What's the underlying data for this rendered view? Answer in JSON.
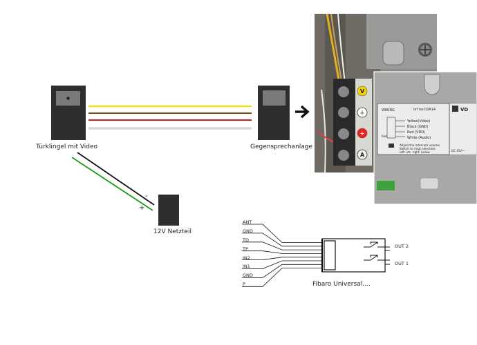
{
  "devices": {
    "doorbell_label": "Türklingel mit Video",
    "intercom_label": "Gegensprechanlage",
    "psu_label": "12V Netzteil",
    "psu_minus": "-",
    "psu_plus": "+",
    "fibaro_label": "Fibaro Universal...."
  },
  "fibaro": {
    "inputs": [
      "ANT",
      "GND",
      "TD",
      "TP",
      "IN2",
      "IN1",
      "GND",
      "P"
    ],
    "outputs": [
      "OUT 2",
      "OUT 1"
    ]
  },
  "photo": {
    "terminal_letters": [
      "V",
      "⏚",
      "+",
      "A"
    ],
    "sticker_lines": [
      "WIRING",
      "Yellow(Video)",
      "Black (GND)",
      "Red (VDD)",
      "White (Audio)",
      "Adjust the intercom volume",
      "Switch to rings selection:",
      "left: etc. right: below",
      "DC 15V/~"
    ],
    "sticker_model": "lot no:02A14",
    "sticker_brand": "VD",
    "sticker_tag": "Red"
  },
  "colors": {
    "wire_yellow": "#f2e200",
    "wire_brown": "#8b4513",
    "wire_red": "#cc1b1b",
    "wire_white": "#d8d8d8",
    "wire_green": "#1a9a1a",
    "wire_black": "#111111",
    "device": "#2e2e2e",
    "screen": "#7a7a7a"
  }
}
